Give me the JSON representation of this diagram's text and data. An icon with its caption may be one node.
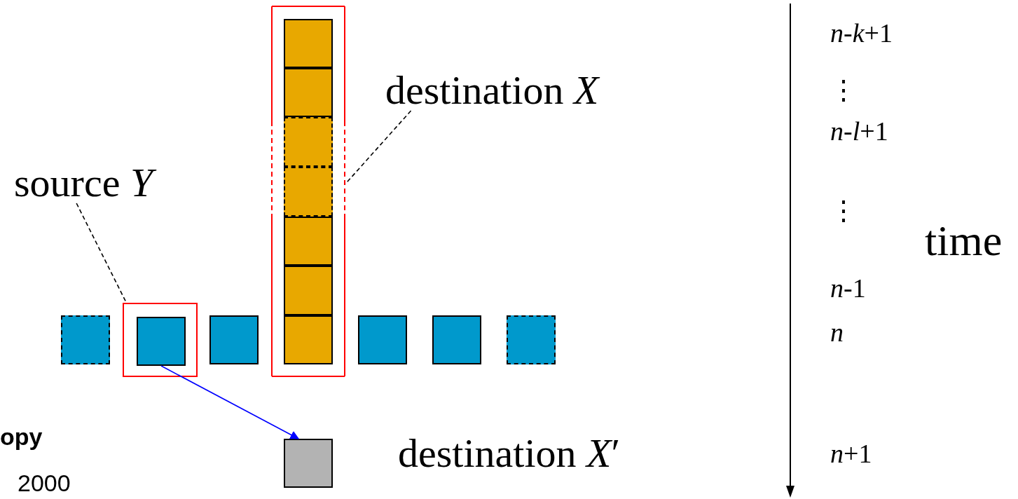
{
  "diagram": {
    "nodes": [
      {
        "text": [],
        "shape": "box"
      },
      {
        "text": [],
        "shape": "box",
        "in": 0
      },
      {
        "text": [],
        "shape": "box",
        "in": 0
      },
      {
        "text": [],
        "shape": "box",
        "in": 0
      },
      {
        "text": [],
        "shape": "box",
        "in": 0
      },
      {
        "text": [],
        "shape": "box",
        "in": 0
      },
      {
        "text": [],
        "shape": "box",
        "in": 0
      },
      {
        "text": [],
        "shape": "box",
        "in": 0
      },
      {
        "text": [
          "destination *X*"
        ]
      },
      {
        "text": [
          "source *Y*"
        ]
      },
      {
        "text": [],
        "shape": "box"
      },
      {
        "text": [],
        "shape": "box"
      },
      {
        "text": [],
        "shape": "box",
        "in": 11
      },
      {
        "text": [],
        "shape": "box"
      },
      {
        "text": [],
        "shape": "box"
      },
      {
        "text": [],
        "shape": "box"
      },
      {
        "text": [],
        "shape": "box"
      },
      {
        "text": [],
        "shape": "box",
        "beside": [
          "destination *X*′"
        ]
      }
    ],
    "edges": [
      {
        "from": 9,
        "to": 11,
        "arrow": "none",
        "style": "dashed"
      },
      {
        "from": 8,
        "to": 0,
        "arrow": "none",
        "style": "dashed"
      },
      {
        "from": 12,
        "to": 17,
        "arrow": "to",
        "color": "#0000ff"
      }
    ],
    "labels": [
      "*n*-*k*+1",
      "⋮",
      "*n*-*l*+1",
      "⋮",
      "time",
      "*n*-1",
      "*n*",
      "*n*+1",
      "opy",
      "2000"
    ]
  }
}
